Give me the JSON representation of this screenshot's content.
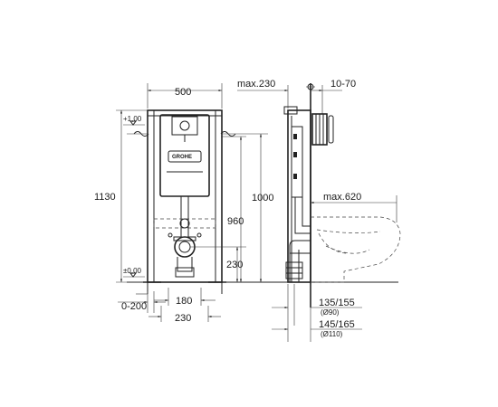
{
  "front_view": {
    "width_label": "500",
    "height_label": "1130",
    "level_top": "+1,00",
    "level_bottom": "±0,00",
    "h1000": "1000",
    "h960": "960",
    "h230": "230",
    "foot_range": "0-200",
    "spacing_180": "180",
    "spacing_230": "230",
    "logo": "GROHE"
  },
  "side_view": {
    "max230": "max.230",
    "range_10_70": "10-70",
    "max620": "max.620",
    "d135_155": "135/155",
    "d90": "(Ø90)",
    "d145_165": "145/165",
    "d110": "(Ø110)"
  }
}
